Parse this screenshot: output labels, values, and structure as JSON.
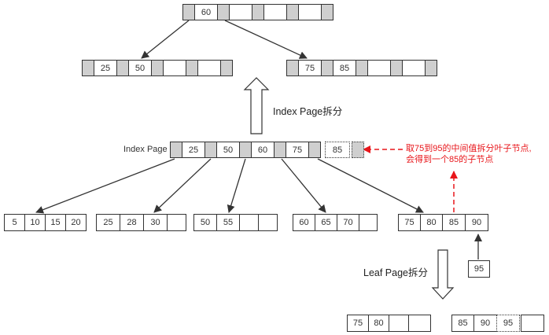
{
  "root_node": {
    "keys": [
      "60",
      "",
      "",
      ""
    ]
  },
  "level1_nodes": [
    {
      "keys": [
        "25",
        "50",
        "",
        ""
      ]
    },
    {
      "keys": [
        "75",
        "85",
        "",
        ""
      ]
    }
  ],
  "index_page": {
    "label": "Index Page",
    "keys": [
      "25",
      "50",
      "60",
      "75"
    ],
    "overflow_key": "85"
  },
  "leaf_pages": [
    {
      "keys": [
        "5",
        "10",
        "15",
        "20"
      ]
    },
    {
      "keys": [
        "25",
        "28",
        "30",
        ""
      ]
    },
    {
      "keys": [
        "50",
        "55",
        "",
        ""
      ]
    },
    {
      "keys": [
        "60",
        "65",
        "70",
        ""
      ]
    },
    {
      "keys": [
        "75",
        "80",
        "85",
        "90"
      ]
    }
  ],
  "inserted_key": "95",
  "split_result": [
    {
      "keys": [
        "75",
        "80",
        "",
        ""
      ]
    },
    {
      "keys": [
        "85",
        "90",
        "95",
        ""
      ],
      "new_key_index": 2
    }
  ],
  "labels": {
    "index_page_split": "Index Page拆分",
    "leaf_page_split": "Leaf Page拆分",
    "annotation_line1": "取75到95的中间值拆分叶子节点,",
    "annotation_line2": "会得到一个85的子节点"
  },
  "colors": {
    "pointer_fill": "#cfcfcf",
    "stroke": "#333333",
    "annotation": "#e8161b"
  }
}
